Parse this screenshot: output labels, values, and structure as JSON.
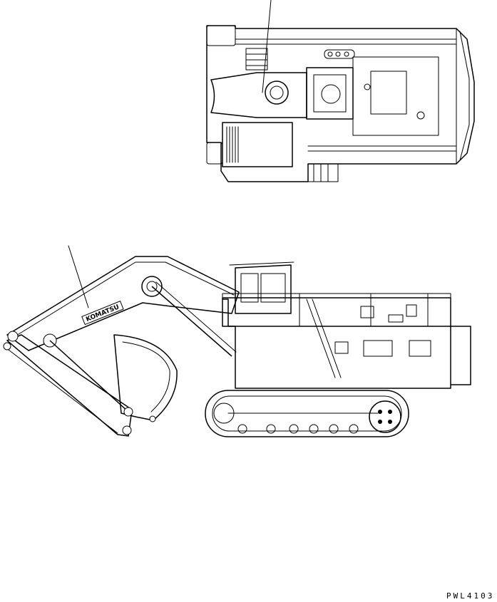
{
  "figure": {
    "code": "PWL4103",
    "logo_text": "KOMATSU"
  },
  "views": {
    "top": {
      "name": "top-view"
    },
    "side": {
      "name": "side-view"
    }
  },
  "colors": {
    "line": "#000000",
    "background": "#ffffff"
  }
}
